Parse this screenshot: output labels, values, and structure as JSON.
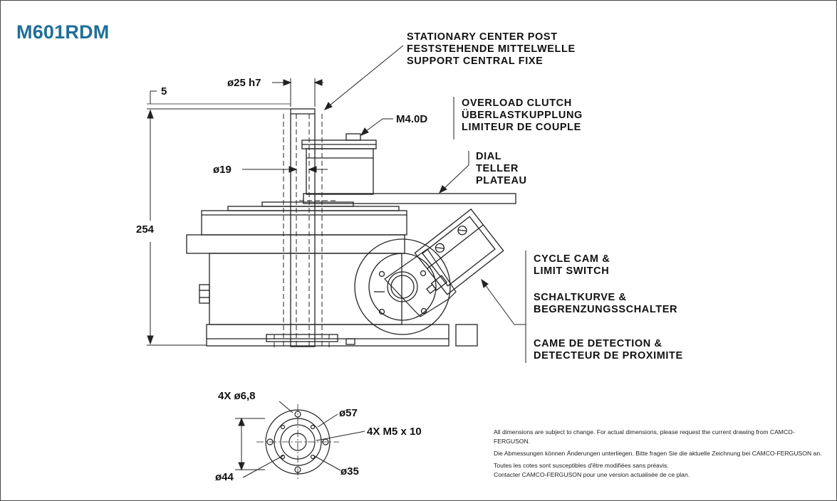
{
  "title": "M601RDM",
  "callouts": {
    "center_post": [
      "STATIONARY CENTER POST",
      "FESTSTEHENDE MITTELWELLE",
      "SUPPORT CENTRAL FIXE"
    ],
    "overload_clutch": [
      "OVERLOAD CLUTCH",
      "ÜBERLASTKUPPLUNG",
      "LIMITEUR DE COUPLE"
    ],
    "dial": [
      "DIAL",
      "TELLER",
      "PLATEAU"
    ],
    "cycle_cam_en": [
      "CYCLE CAM &",
      "LIMIT SWITCH"
    ],
    "cycle_cam_de": [
      "SCHALTKURVE &",
      "BEGRENZUNGSSCHALTER"
    ],
    "cycle_cam_fr": [
      "CAME DE DETECTION &",
      "DETECTEUR DE PROXIMITE"
    ]
  },
  "dimensions": {
    "post_diameter": "ø25  h7",
    "top_offset": "5",
    "thread": "M4.0D",
    "inner_diameter": "ø19",
    "height": "254",
    "hole_pattern": "4X ø6,8",
    "outer_circle": "ø57",
    "tapped_holes": "4X M5 x 10",
    "inner_circle": "ø35",
    "base_diameter": "ø44"
  },
  "notes": [
    "All dimensions are subject to change. For actual dimensions, please request the current drawing from CAMCO-FERGUSON.",
    "Die Abmessungen können Änderungen unterliegen. Bitte fragen Sie die aktuelle Zeichnung bei CAMCO-FERGUSON an.",
    "Toutes les cotes sont susceptibles d'être modifiées sans préavis.",
    "Contacter CAMCO-FERGUSON pour une version actualisée de ce plan."
  ]
}
